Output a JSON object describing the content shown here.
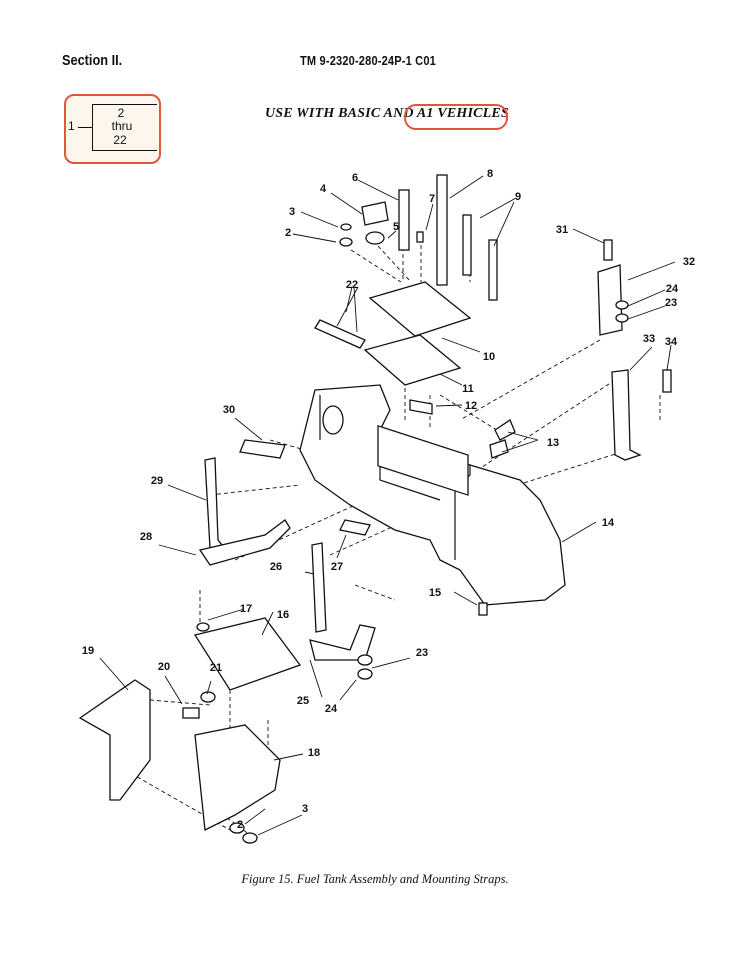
{
  "header": {
    "section": "Section II.",
    "tm_number": "TM 9-2320-280-24P-1  C01"
  },
  "range_box": {
    "index": "1",
    "from": "2",
    "thru": "thru",
    "to": "22"
  },
  "usage": {
    "text": "USE WITH BASIC AND A1 VEHICLES"
  },
  "callouts": [
    "2",
    "2",
    "3",
    "3",
    "4",
    "5",
    "6",
    "7",
    "8",
    "9",
    "10",
    "11",
    "12",
    "13",
    "14",
    "15",
    "16",
    "17",
    "18",
    "19",
    "20",
    "21",
    "22",
    "23",
    "23",
    "24",
    "24",
    "25",
    "26",
    "27",
    "28",
    "29",
    "30",
    "31",
    "32",
    "33",
    "34"
  ],
  "caption": "Figure 15. Fuel Tank Assembly and Mounting Straps.",
  "colors": {
    "highlight": "#e0553f",
    "box_fill": "#fdf6ec"
  }
}
